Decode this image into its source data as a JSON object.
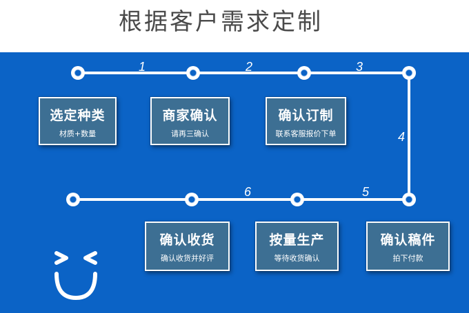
{
  "title": "根据客户需求定制",
  "colors": {
    "panel": "#0b63c6",
    "box": "#3d6f93",
    "line": "#ffffff"
  },
  "steps": [
    {
      "number": "1",
      "title": "选定种类",
      "subtitle": "材质+数量"
    },
    {
      "number": "2",
      "title": "商家确认",
      "subtitle": "请再三确认"
    },
    {
      "number": "3",
      "title": "确认订制",
      "subtitle": "联系客服报价下单"
    },
    {
      "number": "4",
      "title": "确认稿件",
      "subtitle": "拍下付款"
    },
    {
      "number": "5",
      "title": "按量生产",
      "subtitle": "等待收货确认"
    },
    {
      "number": "6",
      "title": "确认收货",
      "subtitle": "确认收货并好评"
    }
  ]
}
